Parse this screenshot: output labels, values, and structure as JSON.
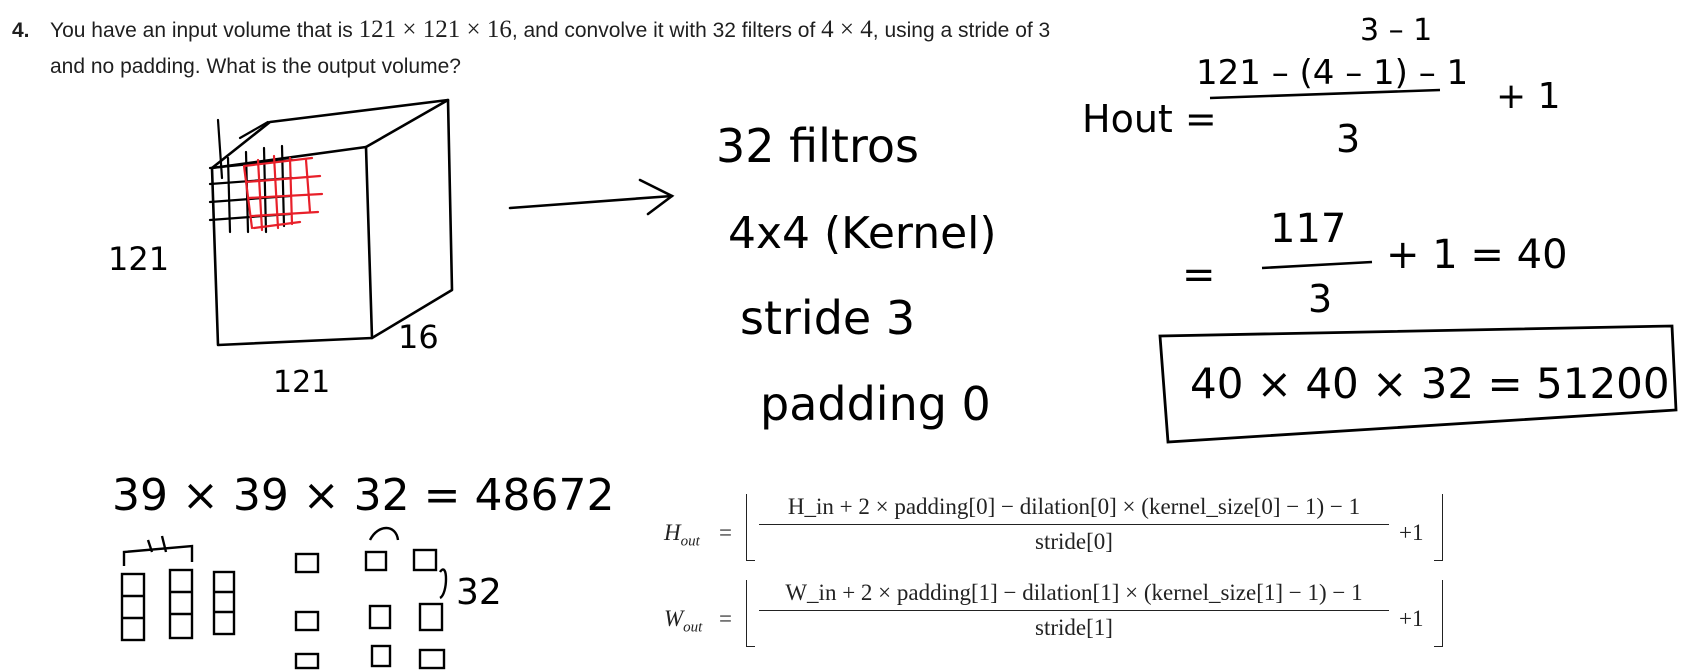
{
  "question": {
    "number": "4.",
    "text_before": "You have an input volume that is",
    "input_dims": "121 × 121 × 16",
    "text_mid1": ", and convolve it with 32 filters of",
    "filter_dims": "4 × 4",
    "text_mid2": ", using a stride of 3",
    "text_line2": "and no padding. What is the output volume?"
  },
  "sketch": {
    "cube_left_label": "121",
    "cube_bottom_label": "121",
    "cube_depth_label": "16",
    "notes": [
      "32 filtros",
      "4x4 (Kernel)",
      "stride 3",
      "padding 0"
    ],
    "wrong_answer": "39 × 39 × 32 = 48672",
    "stack_label": "32",
    "hout_label": "Hout =",
    "hout_num": "121 – (4 – 1) – 1",
    "hout_num_correction": "3 – 1",
    "hout_den": "3",
    "hout_plus": "+ 1",
    "step2_eq": "=",
    "step2_num": "117",
    "step2_den": "3",
    "step2_rest": "+ 1 = 40",
    "final_answer": "40 × 40 × 32 = 51200"
  },
  "formulas": {
    "h": {
      "lhs": "H",
      "lhs_sub": "out",
      "numerator": "H_in + 2 × padding[0] − dilation[0] × (kernel_size[0] − 1) − 1",
      "denominator": "stride[0]",
      "plus": "+1"
    },
    "w": {
      "lhs": "W",
      "lhs_sub": "out",
      "numerator": "W_in + 2 × padding[1] − dilation[1] × (kernel_size[1] − 1) − 1",
      "denominator": "stride[1]",
      "plus": "+1"
    }
  },
  "colors": {
    "ink": "#000000",
    "grid_red": "#e8202a",
    "text": "#1f1f1f"
  }
}
